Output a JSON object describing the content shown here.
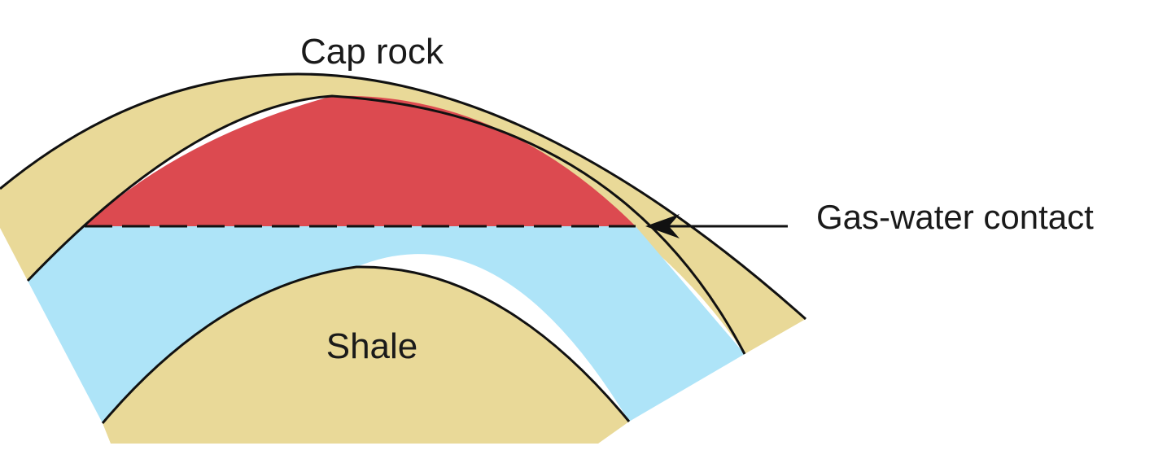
{
  "labels": {
    "cap_rock": "Cap rock",
    "shale": "Shale",
    "gas_water_contact": "Gas-water contact"
  },
  "colors": {
    "cap_rock": "#e9d998",
    "shale": "#e9d998",
    "gas": "#dc4a50",
    "water": "#aee4f8",
    "outline": "#111111",
    "background": "#ffffff"
  }
}
